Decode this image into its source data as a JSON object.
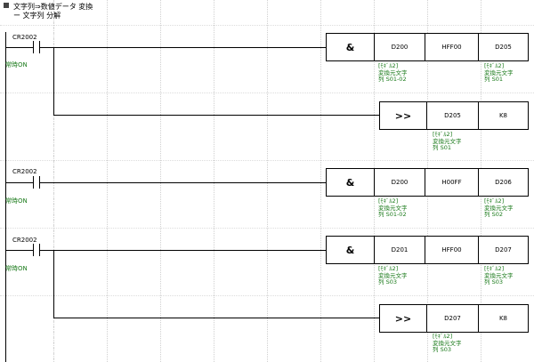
{
  "header": {
    "line1": "文字列⇒数値データ 変換",
    "line2": "ー 文字列 分解"
  },
  "rungs": [
    {
      "contact": "CR2002",
      "contact_const": "常時ON",
      "instructions": [
        {
          "op": "&",
          "operands": [
            "D200",
            "HFF00",
            "D205"
          ],
          "comments": [
            "[ﾓｷﾞﾙ2]\n変換元文字\n列 S01-02",
            "",
            "[ﾓｷﾞﾙ2]\n変換元文字\n列 S01"
          ]
        },
        {
          "op": ">>",
          "operands": [
            "D205",
            "K8"
          ],
          "comments": [
            "[ﾓｷﾞﾙ2]\n変換元文字\n列 S01",
            ""
          ]
        }
      ]
    },
    {
      "contact": "CR2002",
      "contact_const": "常時ON",
      "instructions": [
        {
          "op": "&",
          "operands": [
            "D200",
            "H00FF",
            "D206"
          ],
          "comments": [
            "[ﾓｷﾞﾙ2]\n変換元文字\n列 S01-02",
            "",
            "[ﾓｷﾞﾙ2]\n変換元文字\n列 S02"
          ]
        }
      ]
    },
    {
      "contact": "CR2002",
      "contact_const": "常時ON",
      "instructions": [
        {
          "op": "&",
          "operands": [
            "D201",
            "HFF00",
            "D207"
          ],
          "comments": [
            "[ﾓｷﾞﾙ2]\n変換元文字\n列 S03",
            "",
            "[ﾓｷﾞﾙ2]\n変換元文字\n列 S03"
          ]
        },
        {
          "op": ">>",
          "operands": [
            "D207",
            "K8"
          ],
          "comments": [
            "[ﾓｷﾞﾙ2]\n変換元文字\n列 S03",
            ""
          ]
        }
      ]
    }
  ]
}
